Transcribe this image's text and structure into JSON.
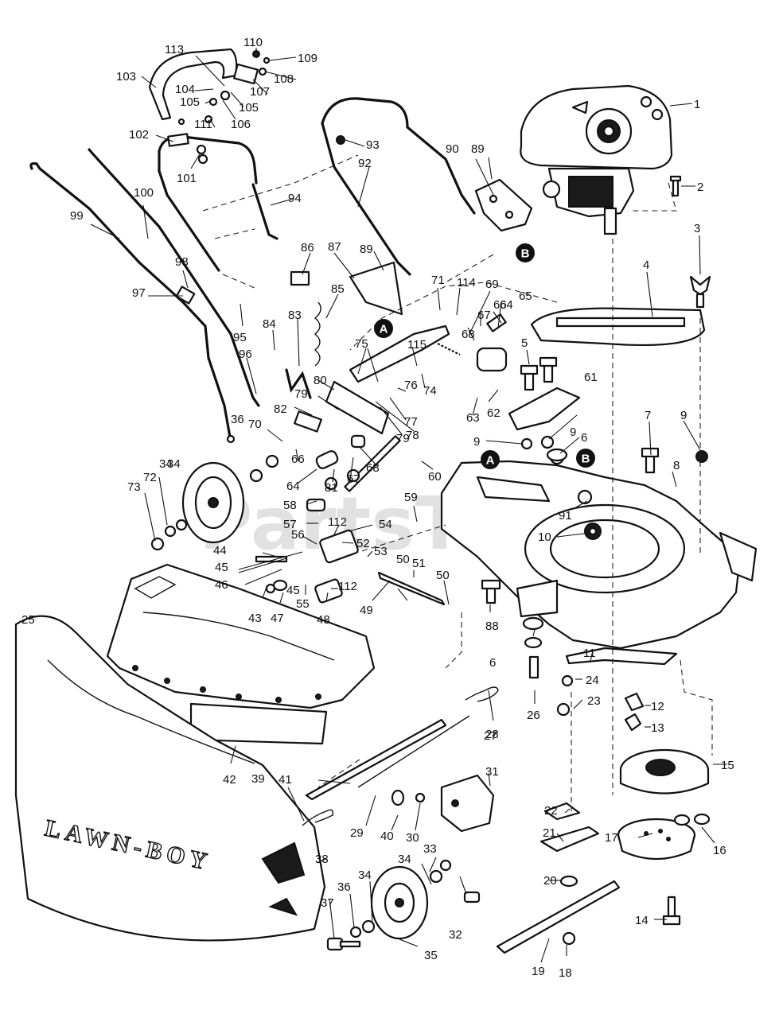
{
  "diagram": {
    "callouts": [
      {
        "label": "1"
      },
      {
        "label": "2"
      },
      {
        "label": "3"
      },
      {
        "label": "4"
      },
      {
        "label": "5"
      },
      {
        "label": "6"
      },
      {
        "label": "7"
      },
      {
        "label": "8"
      },
      {
        "label": "9"
      },
      {
        "label": "9"
      },
      {
        "label": "9"
      },
      {
        "label": "6"
      },
      {
        "label": "10"
      },
      {
        "label": "11"
      },
      {
        "label": "12"
      },
      {
        "label": "13"
      },
      {
        "label": "14"
      },
      {
        "label": "15"
      },
      {
        "label": "16"
      },
      {
        "label": "17"
      },
      {
        "label": "18"
      },
      {
        "label": "19"
      },
      {
        "label": "20"
      },
      {
        "label": "21"
      },
      {
        "label": "22"
      },
      {
        "label": "23"
      },
      {
        "label": "24"
      },
      {
        "label": "25"
      },
      {
        "label": "26"
      },
      {
        "label": "27"
      },
      {
        "label": "28"
      },
      {
        "label": "29"
      },
      {
        "label": "30"
      },
      {
        "label": "31"
      },
      {
        "label": "32"
      },
      {
        "label": "33"
      },
      {
        "label": "34"
      },
      {
        "label": "34"
      },
      {
        "label": "34"
      },
      {
        "label": "34"
      },
      {
        "label": "35"
      },
      {
        "label": "36"
      },
      {
        "label": "36"
      },
      {
        "label": "37"
      },
      {
        "label": "38"
      },
      {
        "label": "39"
      },
      {
        "label": "40"
      },
      {
        "label": "41"
      },
      {
        "label": "42"
      },
      {
        "label": "43"
      },
      {
        "label": "44"
      },
      {
        "label": "45"
      },
      {
        "label": "45"
      },
      {
        "label": "46"
      },
      {
        "label": "47"
      },
      {
        "label": "48"
      },
      {
        "label": "49"
      },
      {
        "label": "50"
      },
      {
        "label": "50"
      },
      {
        "label": "51"
      },
      {
        "label": "52"
      },
      {
        "label": "53"
      },
      {
        "label": "54"
      },
      {
        "label": "55"
      },
      {
        "label": "56"
      },
      {
        "label": "57"
      },
      {
        "label": "58"
      },
      {
        "label": "59"
      },
      {
        "label": "60"
      },
      {
        "label": "61"
      },
      {
        "label": "62"
      },
      {
        "label": "63"
      },
      {
        "label": "64"
      },
      {
        "label": "64"
      },
      {
        "label": "65"
      },
      {
        "label": "66"
      },
      {
        "label": "66"
      },
      {
        "label": "67"
      },
      {
        "label": "67"
      },
      {
        "label": "68"
      },
      {
        "label": "68"
      },
      {
        "label": "69"
      },
      {
        "label": "70"
      },
      {
        "label": "71"
      },
      {
        "label": "72"
      },
      {
        "label": "73"
      },
      {
        "label": "74"
      },
      {
        "label": "75"
      },
      {
        "label": "76"
      },
      {
        "label": "77"
      },
      {
        "label": "78"
      },
      {
        "label": "79"
      },
      {
        "label": "79"
      },
      {
        "label": "80"
      },
      {
        "label": "81"
      },
      {
        "label": "82"
      },
      {
        "label": "83"
      },
      {
        "label": "84"
      },
      {
        "label": "85"
      },
      {
        "label": "86"
      },
      {
        "label": "87"
      },
      {
        "label": "88"
      },
      {
        "label": "89"
      },
      {
        "label": "89"
      },
      {
        "label": "90"
      },
      {
        "label": "91"
      },
      {
        "label": "92"
      },
      {
        "label": "93"
      },
      {
        "label": "94"
      },
      {
        "label": "95"
      },
      {
        "label": "96"
      },
      {
        "label": "97"
      },
      {
        "label": "98"
      },
      {
        "label": "99"
      },
      {
        "label": "100"
      },
      {
        "label": "101"
      },
      {
        "label": "102"
      },
      {
        "label": "103"
      },
      {
        "label": "104"
      },
      {
        "label": "105"
      },
      {
        "label": "105"
      },
      {
        "label": "106"
      },
      {
        "label": "107"
      },
      {
        "label": "108"
      },
      {
        "label": "109"
      },
      {
        "label": "110"
      },
      {
        "label": "111"
      },
      {
        "label": "112"
      },
      {
        "label": "112"
      },
      {
        "label": "113"
      },
      {
        "label": "114"
      },
      {
        "label": "115"
      }
    ],
    "reference_badges": [
      {
        "label": "B"
      },
      {
        "label": "A"
      },
      {
        "label": "A"
      },
      {
        "label": "B"
      }
    ],
    "bag_lettering": "LAWN-BOY",
    "watermark": "PartsTree"
  }
}
